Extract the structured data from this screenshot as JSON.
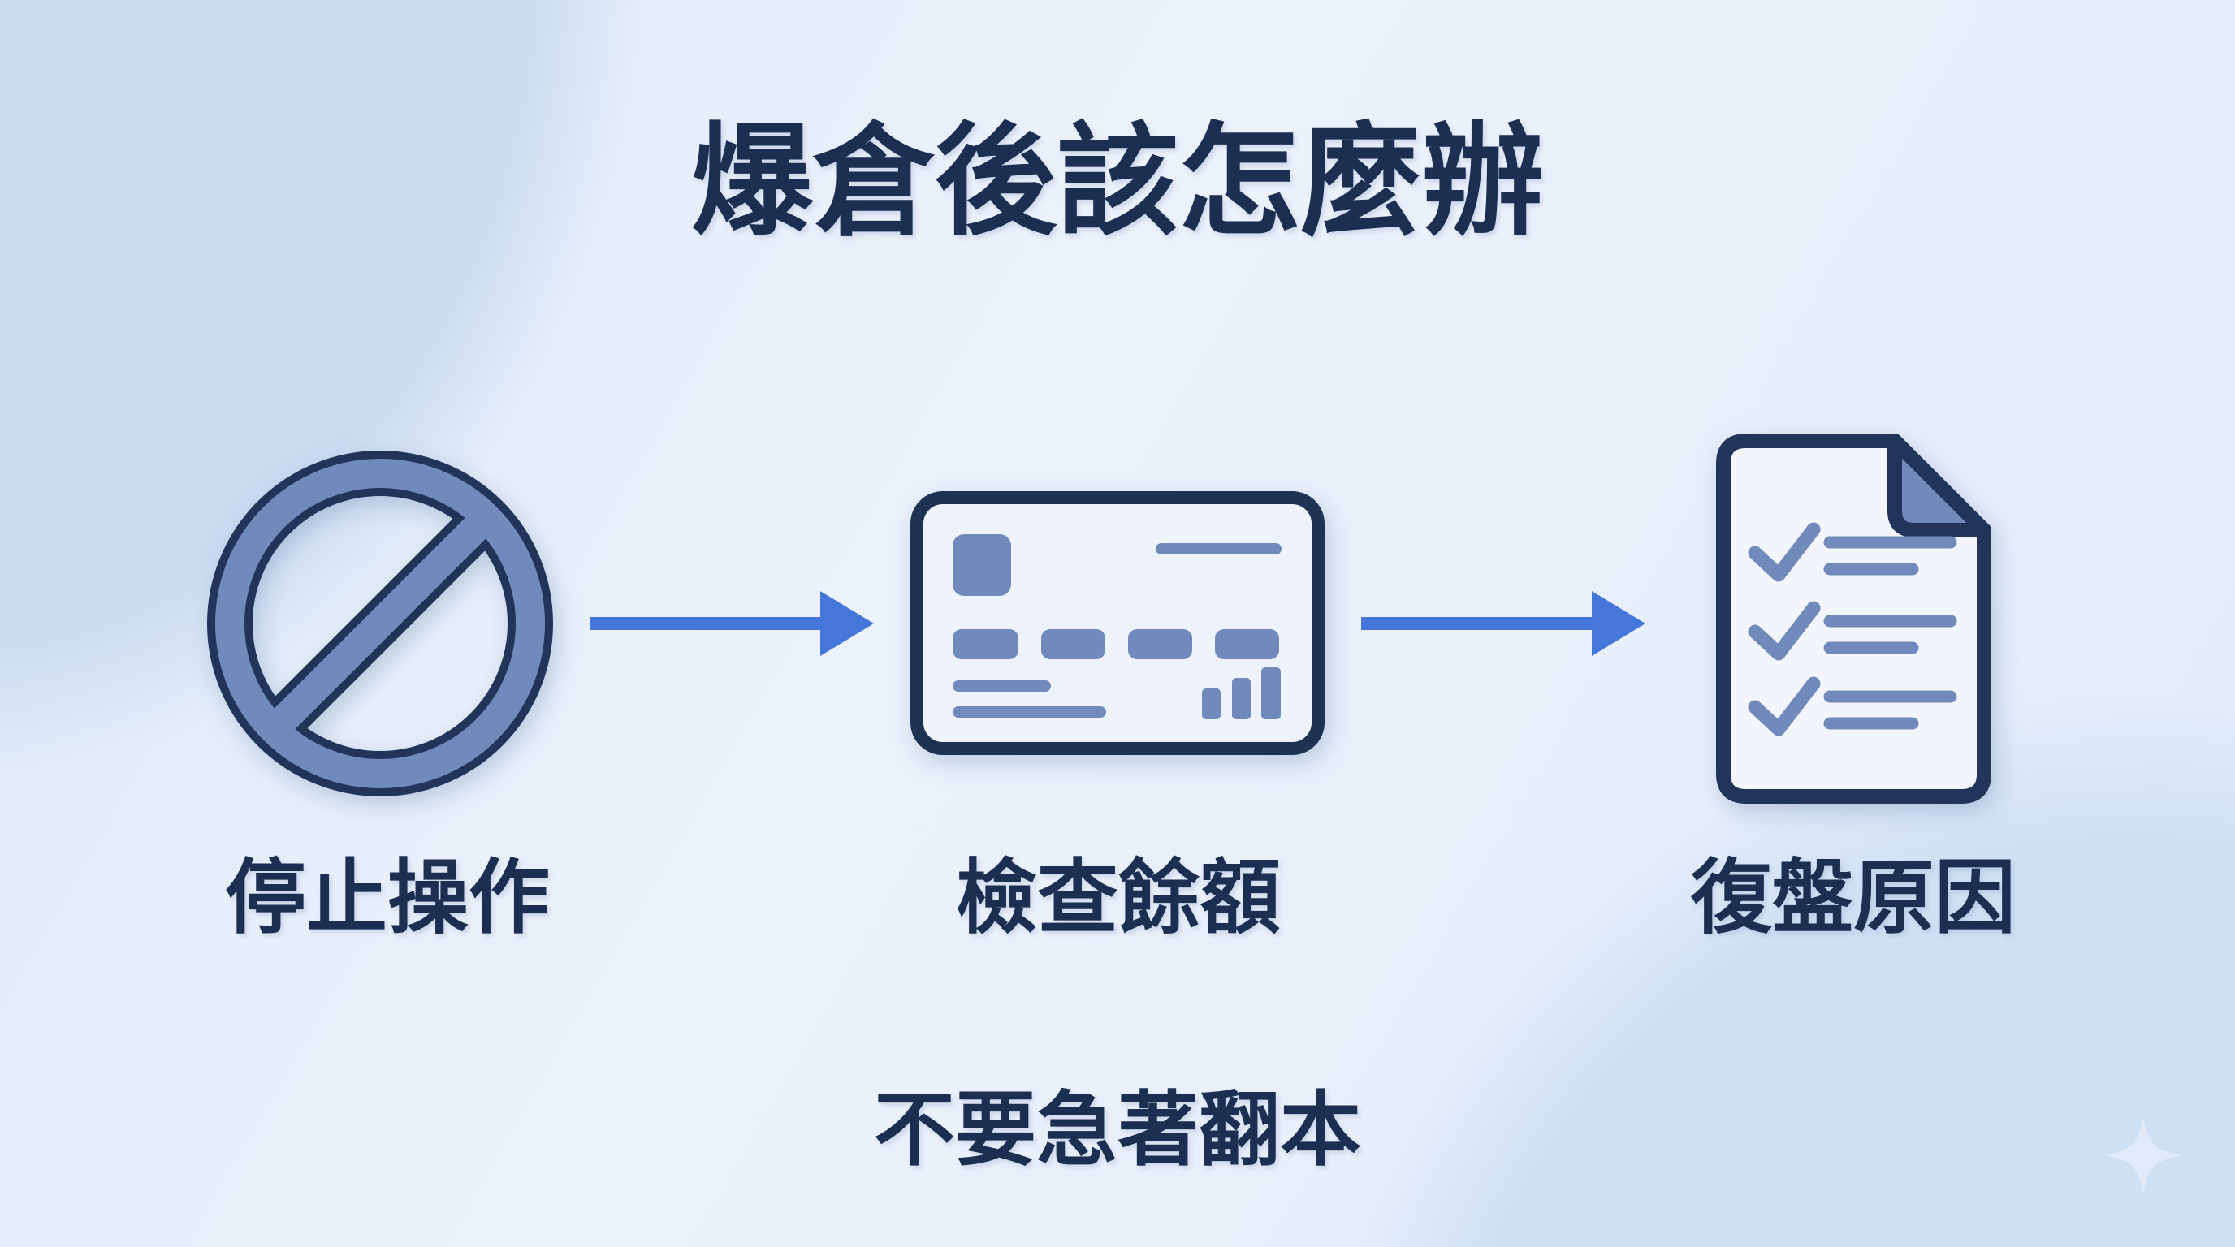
{
  "title": "爆倉後該怎麼辦",
  "steps": [
    {
      "label": "停止操作",
      "icon": "prohibition-icon"
    },
    {
      "label": "檢查餘額",
      "icon": "credit-card-icon"
    },
    {
      "label": "復盤原因",
      "icon": "checklist-document-icon"
    }
  ],
  "arrows": [
    {
      "name": "arrow-step1-to-step2",
      "direction": "right"
    },
    {
      "name": "arrow-step2-to-step3",
      "direction": "right"
    }
  ],
  "footer_note": "不要急著翻本",
  "decorations": [
    {
      "name": "sparkle-icon"
    }
  ],
  "colors": {
    "text_navy": "#1d2e53",
    "icon_outline_navy": "#22345a",
    "icon_fill_blue": "#7289bb",
    "arrow_blue": "#4577db",
    "background_light": "#ecf2fb",
    "background_blob": "#cbdcf1",
    "sparkle": "#e2ebf9"
  }
}
